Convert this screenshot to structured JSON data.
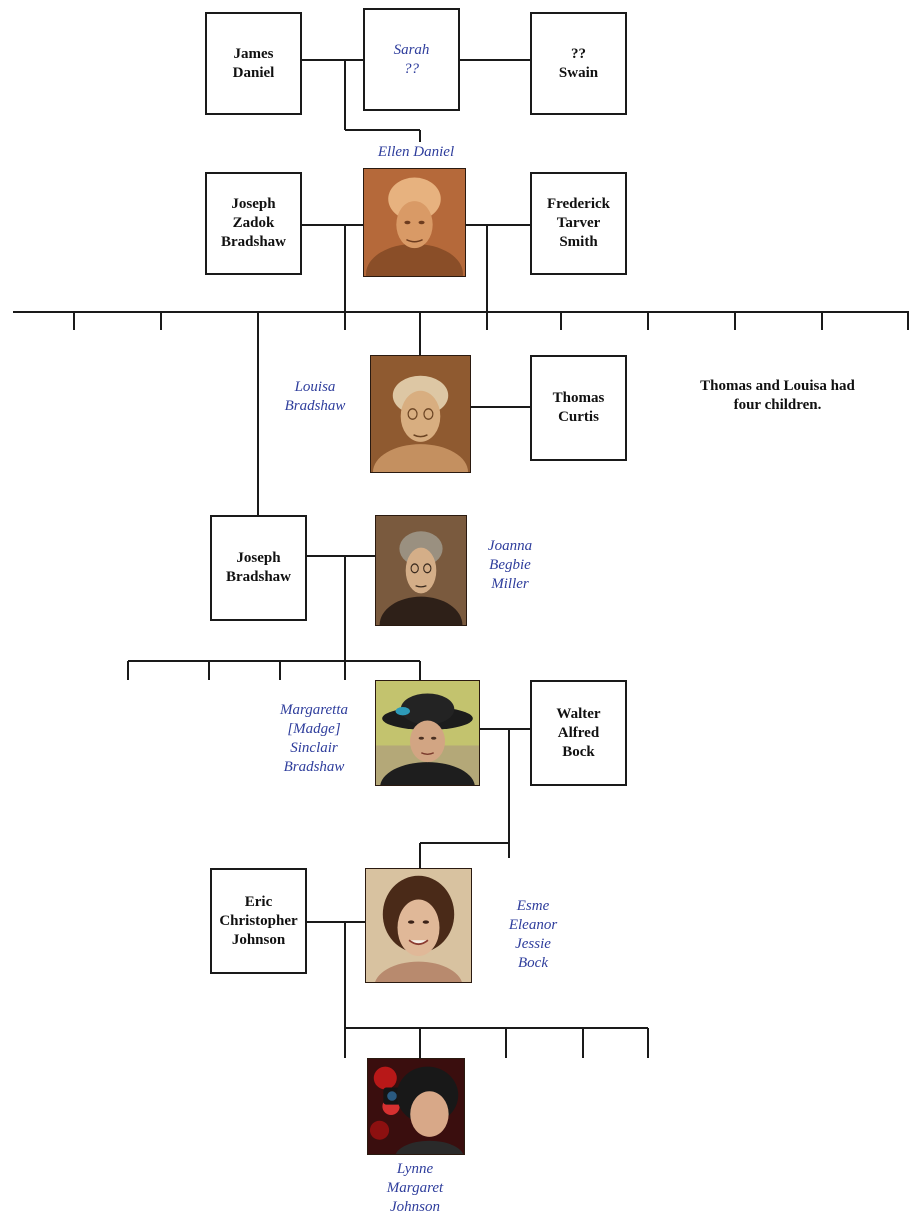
{
  "people": {
    "james_daniel": "James\nDaniel",
    "sarah": "Sarah\n??",
    "swain": "??\nSwain",
    "ellen_daniel": "Ellen  Daniel",
    "joseph_zadok_bradshaw": "Joseph\nZadok\nBradshaw",
    "frederick_tarver_smith": "Frederick\nTarver\nSmith",
    "louisa_bradshaw": "Louisa\nBradshaw",
    "thomas_curtis": "Thomas\nCurtis",
    "joseph_bradshaw": "Joseph\nBradshaw",
    "joanna_begbie_miller": "Joanna\nBegbie\nMiller",
    "margaretta": "Margaretta\n[Madge]\nSinclair\nBradshaw",
    "walter_alfred_bock": "Walter\nAlfred\nBock",
    "eric_christopher_johnson": "Eric\nChristopher\nJohnson",
    "esme_eleanor_jessie_bock": "Esme\nEleanor\nJessie\nBock",
    "lynne_margaret_johnson": "Lynne\nMargaret\nJohnson"
  },
  "note": "Thomas and Louisa had\nfour children."
}
